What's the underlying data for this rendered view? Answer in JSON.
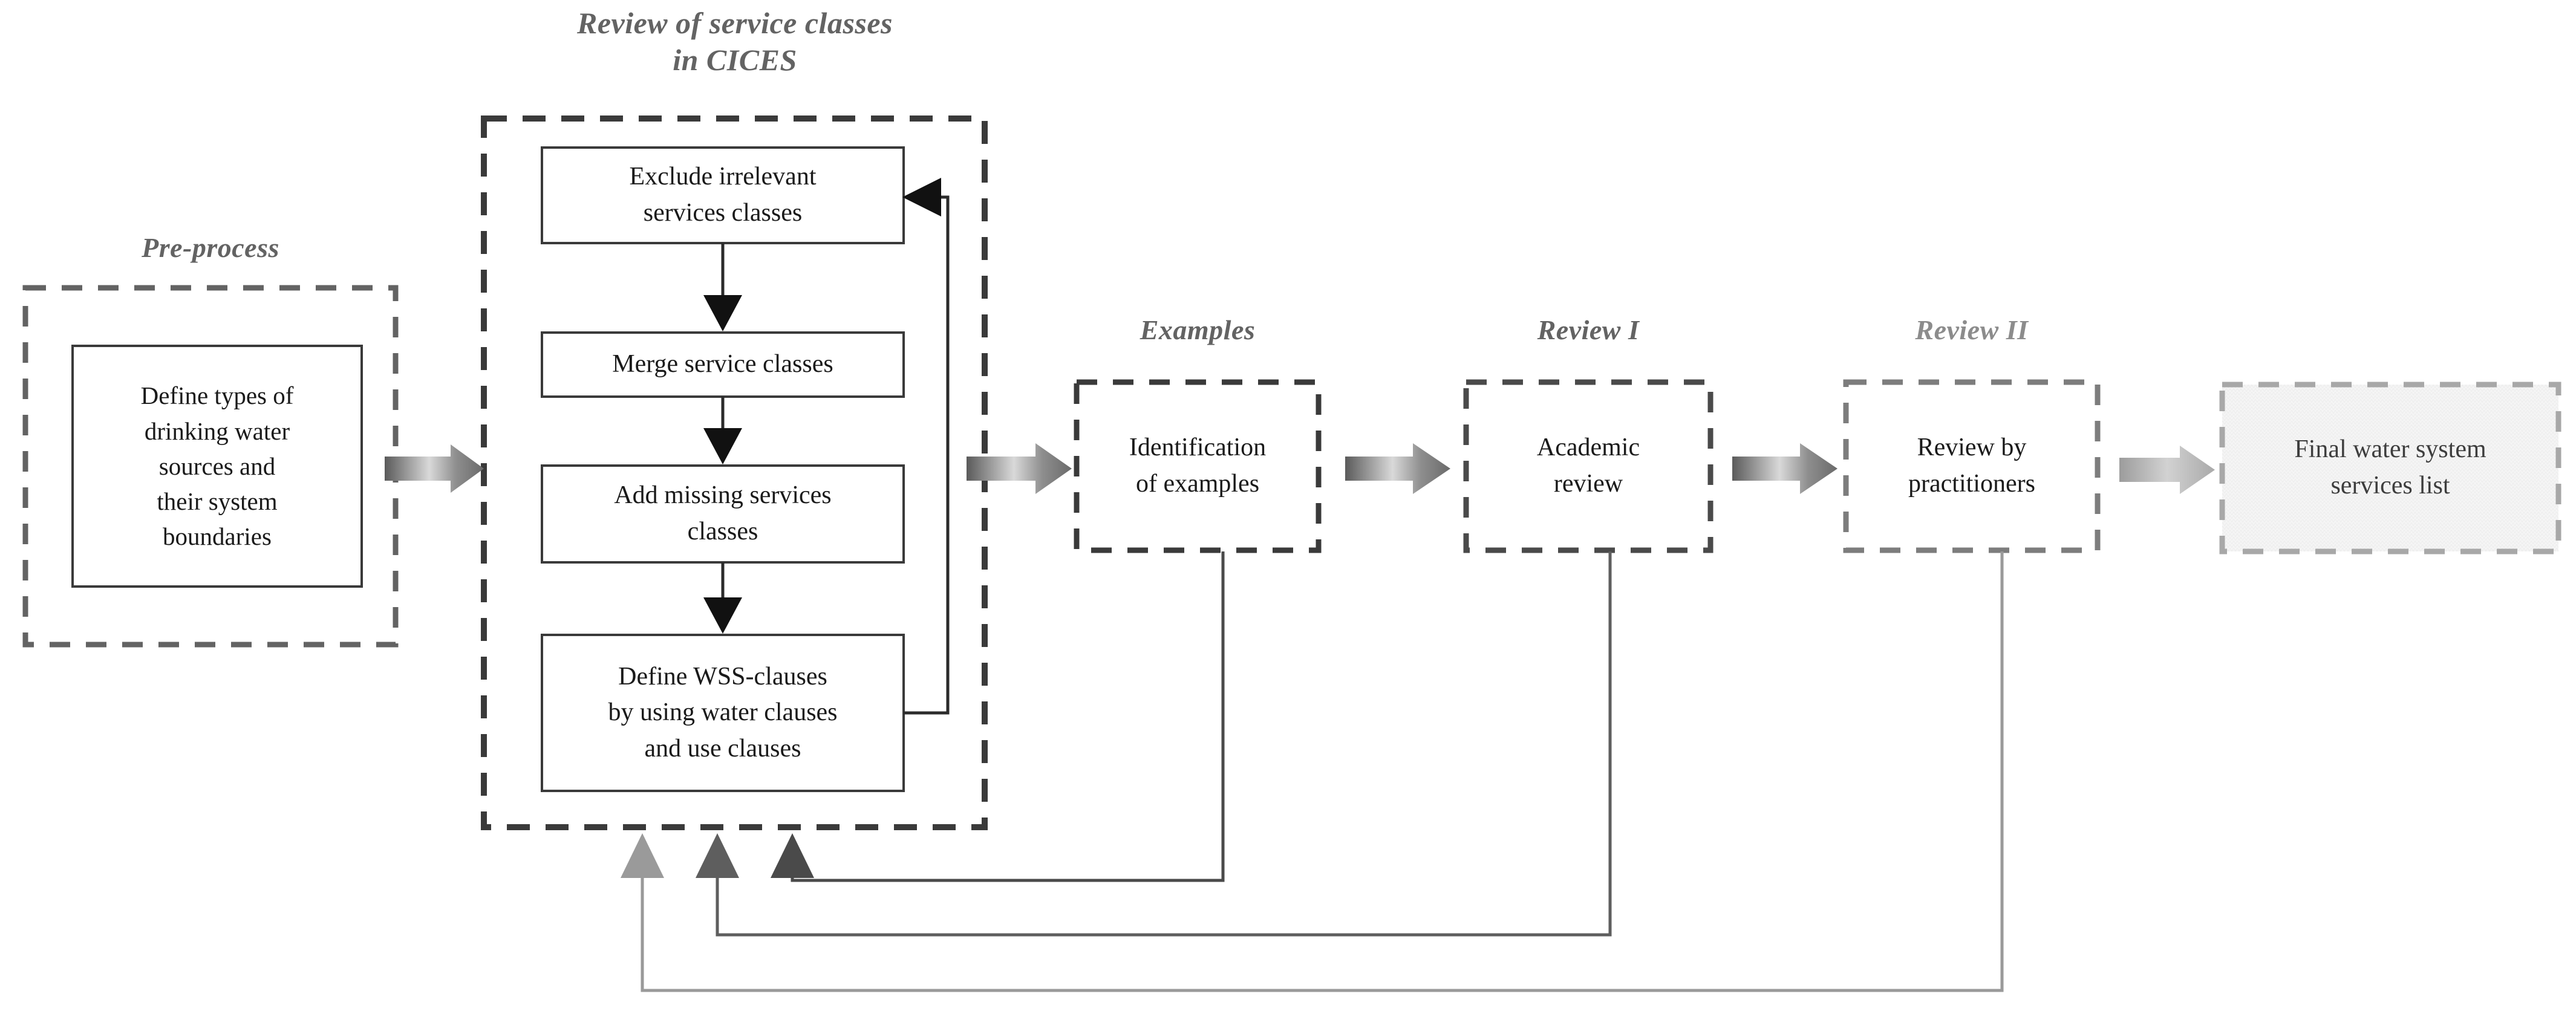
{
  "diagram": {
    "title_note": "Methodology flowchart for deriving a water system services list",
    "phases": [
      {
        "id": "pre-process",
        "title": "Pre-process",
        "box_text": "Define types of\ndrinking water\nsources and\ntheir system\nboundaries",
        "border_color": "#636363",
        "style": "dashed"
      },
      {
        "id": "review-cices",
        "title": "Review of service classes\nin CICES",
        "border_color": "#3a3a3a",
        "style": "dashed",
        "steps": [
          {
            "id": "exclude",
            "text": "Exclude irrelevant\nservices classes"
          },
          {
            "id": "merge",
            "text": "Merge  service classes"
          },
          {
            "id": "add-missing",
            "text": "Add missing services\nclasses"
          },
          {
            "id": "define-wss",
            "text": "Define WSS-clauses\nby using water clauses\nand use clauses"
          }
        ]
      },
      {
        "id": "examples",
        "title": "Examples",
        "box_text": "Identification\nof examples",
        "border_color": "#3a3a3a",
        "style": "dashed"
      },
      {
        "id": "review-1",
        "title": "Review I",
        "box_text": "Academic\nreview",
        "border_color": "#4a4a4a",
        "style": "dashed"
      },
      {
        "id": "review-2",
        "title": "Review II",
        "box_text": "Review by\npractitioners",
        "border_color": "#7a7a7a",
        "style": "dashed"
      },
      {
        "id": "final-output",
        "title": "",
        "box_text": "Final water system\nservices list",
        "border_color": "#a8a8a8",
        "fill_color": "#f4f4f4",
        "style": "dashed"
      }
    ],
    "connectors": {
      "forward_arrow_name": "gradient-block-arrow",
      "forward_arrow_count": 5,
      "internal_arrow_name": "down-arrow",
      "internal_arrow_count": 3,
      "loop_arrow_name": "cices-internal-feedback-loop",
      "feedback_arrow_names": [
        "feedback-from-examples",
        "feedback-from-review-1",
        "feedback-from-review-2"
      ]
    },
    "colors": {
      "dark_line": "#3a3a3a",
      "mid_line": "#5e5e5e",
      "light_line": "#9a9a9a",
      "text": "#1a1a1a",
      "title_text": "#636363",
      "final_fill": "#f4f4f4",
      "final_border": "#a8a8a8",
      "arrow_gradient_dark": "#585858",
      "arrow_gradient_light": "#d7d7d7"
    }
  }
}
